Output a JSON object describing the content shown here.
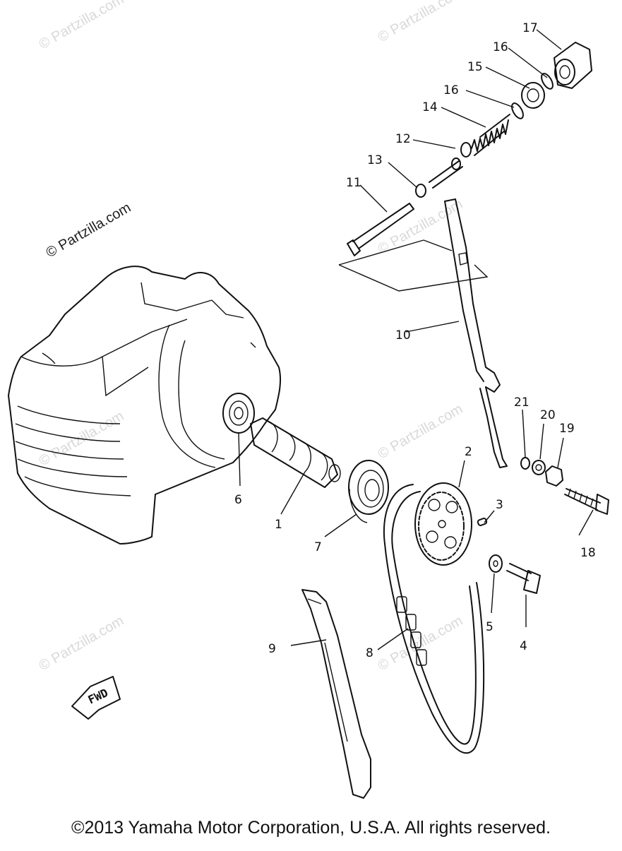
{
  "diagram": {
    "watermark_text": "© Partzilla.com",
    "fwd_label": "FWD",
    "copyright": "©2013 Yamaha Motor Corporation, U.S.A. All rights reserved.",
    "callouts": [
      "1",
      "2",
      "3",
      "4",
      "5",
      "6",
      "7",
      "8",
      "9",
      "10",
      "11",
      "12",
      "13",
      "14",
      "15",
      "16",
      "16",
      "17",
      "18",
      "19",
      "20",
      "21"
    ]
  }
}
